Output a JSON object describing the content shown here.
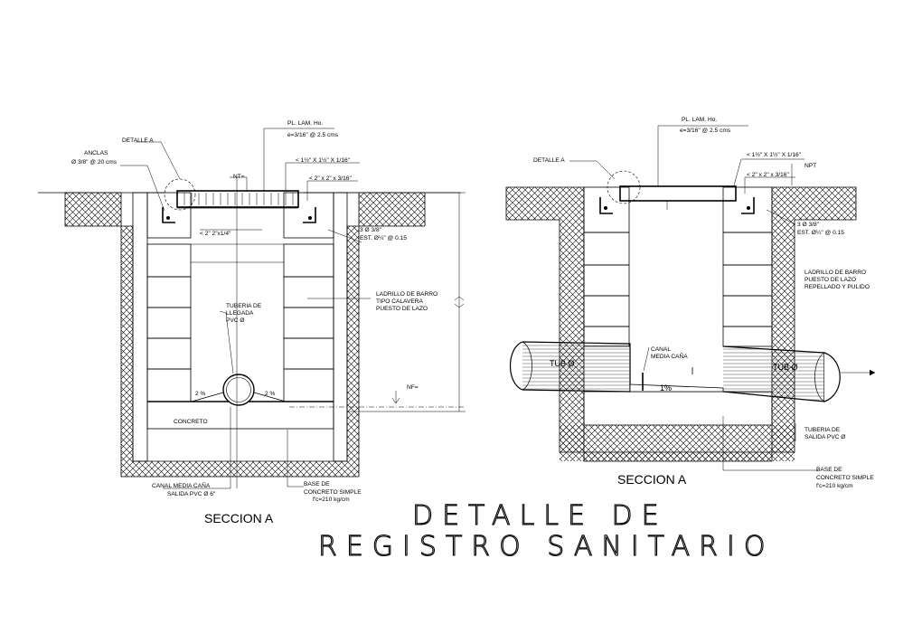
{
  "title": {
    "line1": "DETALLE  DE",
    "line2": "REGISTRO  SANITARIO"
  },
  "left": {
    "section_title": "SECCION A",
    "pl_lam": "PL. LAM. Ho.",
    "e_spacing": "e=3/16\" @ 2.5 cms",
    "detalle_a": "DETALLE A",
    "anclas": "ANCLAS",
    "anclas_dim": "Ø 3/8\" @ 20 cms",
    "nt": "NT=",
    "angle1": "< 1½\" X 1½\" X 1/16\"",
    "angle2": "< 2\" x 2\" x 3/16\"",
    "angle3": "< 2\" 2\"x1/4\"",
    "rebar1": "3 Ø 3/8\"",
    "rebar2": "EST. Ø¼\" @ 0.15",
    "brick1": "LADRILLO DE BARRO",
    "brick2": "TIPO CALAVERA",
    "brick3": "PUESTO DE LAZO",
    "pipe_in1": "TUBERIA DE",
    "pipe_in2": "LLEGADA",
    "pipe_in3": "PVC Ø",
    "slope_left": "2 %",
    "slope_right": "2 %",
    "nf": "NF=",
    "concreto": "CONCRETO",
    "canal1": "CANAL MEDIA CAÑA",
    "canal2": "SALIDA PVC Ø 6\"",
    "base1": "BASE DE",
    "base2": "CONCRETO SIMPLE",
    "base3": "f'c=210 kg/cm"
  },
  "right": {
    "section_title": "SECCION A",
    "pl_lam": "PL. LAM. Ho.",
    "e_spacing": "e=3/16\" @ 2.5 cms",
    "detalle_a": "DETALLE A",
    "angle1": "< 1½\" X 1½\" X 1/16\"",
    "npt": "NPT",
    "angle2": "< 2\" x 2\" x 3/16\"",
    "rebar1": "3 Ø 3/8\"",
    "rebar2": "EST. Ø¼\" @ 0.15",
    "brick1": "LADRILLO DE BARRO",
    "brick2": "PUESTO DE LAZO",
    "brick3": "REPELLADO Y PULIDO",
    "canal1": "CANAL",
    "canal2": "MEDIA CAÑA",
    "tub_left": "TUB Ø",
    "tub_right": "TUB Ø",
    "slope": "1%",
    "pipe_out1": "TUBERIA DE",
    "pipe_out2": "SALIDA PVC Ø",
    "base1": "BASE DE",
    "base2": "CONCRETO SIMPLE",
    "base3": "f'c=210 kg/cm"
  },
  "colors": {
    "ink": "#000000",
    "paper": "#ffffff"
  }
}
